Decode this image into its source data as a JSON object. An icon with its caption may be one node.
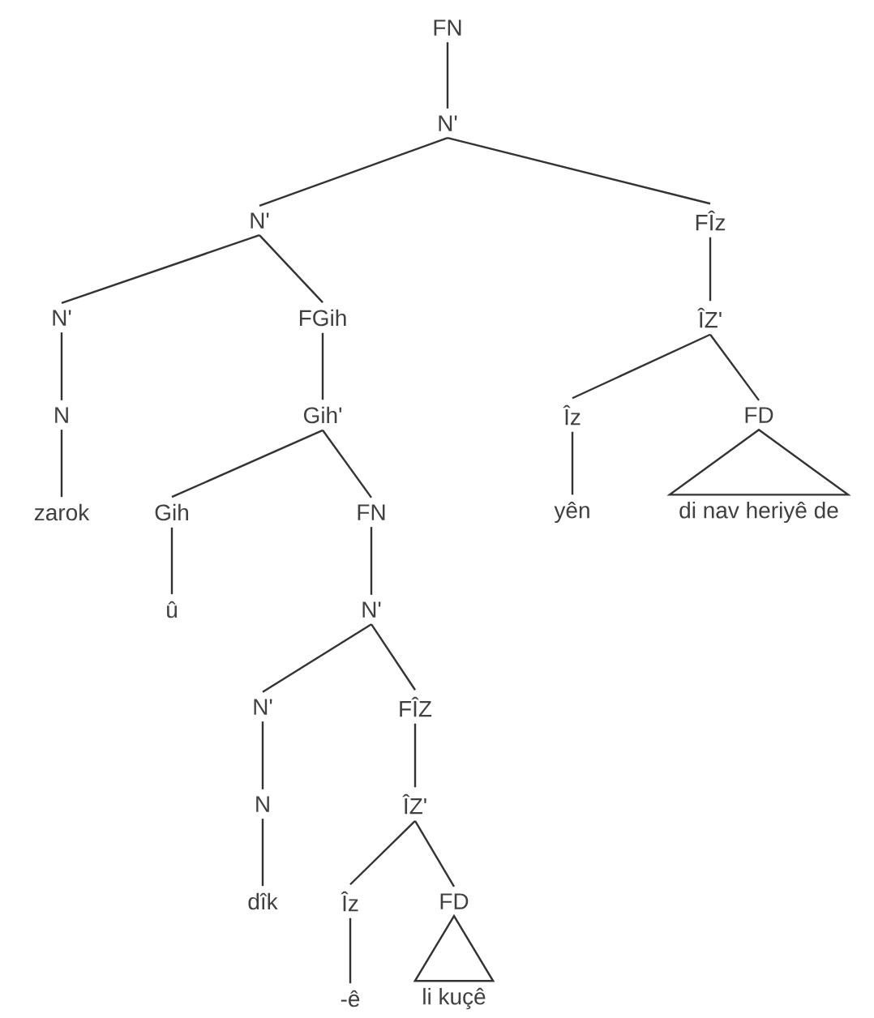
{
  "diagram": {
    "nodes": [
      {
        "text": [
          "FN"
        ]
      },
      {
        "text": [
          "N'"
        ]
      },
      {
        "text": [
          "N'"
        ]
      },
      {
        "text": [
          "FÎz"
        ]
      },
      {
        "text": [
          "N'"
        ]
      },
      {
        "text": [
          "FGih"
        ]
      },
      {
        "text": [
          "ÎZ'"
        ]
      },
      {
        "text": [
          "N"
        ]
      },
      {
        "text": [
          "Gih'"
        ]
      },
      {
        "text": [
          "Îz"
        ]
      },
      {
        "text": [
          "FD"
        ]
      },
      {
        "text": [
          "zarok"
        ]
      },
      {
        "text": [
          "Gih"
        ]
      },
      {
        "text": [
          "FN"
        ]
      },
      {
        "text": [
          "yên"
        ]
      },
      {
        "text": [
          "di nav heriyê de"
        ]
      },
      {
        "text": [
          "û"
        ]
      },
      {
        "text": [
          "N'"
        ]
      },
      {
        "text": [
          "N'"
        ]
      },
      {
        "text": [
          "FÎZ"
        ]
      },
      {
        "text": [
          "N"
        ]
      },
      {
        "text": [
          "ÎZ'"
        ]
      },
      {
        "text": [
          "dîk"
        ]
      },
      {
        "text": [
          "Îz"
        ]
      },
      {
        "text": [
          "FD"
        ]
      },
      {
        "text": [
          "-ê"
        ]
      },
      {
        "text": [
          "li kuçê"
        ]
      }
    ],
    "edges": [
      {
        "from": 0,
        "to": 1,
        "arrow": "none"
      },
      {
        "from": 1,
        "to": 2,
        "arrow": "none"
      },
      {
        "from": 1,
        "to": 3,
        "arrow": "none"
      },
      {
        "from": 2,
        "to": 4,
        "arrow": "none"
      },
      {
        "from": 2,
        "to": 5,
        "arrow": "none"
      },
      {
        "from": 3,
        "to": 6,
        "arrow": "none"
      },
      {
        "from": 4,
        "to": 7,
        "arrow": "none"
      },
      {
        "from": 5,
        "to": 8,
        "arrow": "none"
      },
      {
        "from": 6,
        "to": 9,
        "arrow": "none"
      },
      {
        "from": 6,
        "to": 10,
        "arrow": "none"
      },
      {
        "from": 7,
        "to": 11,
        "arrow": "none"
      },
      {
        "from": 8,
        "to": 12,
        "arrow": "none"
      },
      {
        "from": 8,
        "to": 13,
        "arrow": "none"
      },
      {
        "from": 9,
        "to": 14,
        "arrow": "none"
      },
      {
        "from": 10,
        "to": 15,
        "arrow": "none"
      },
      {
        "from": 12,
        "to": 16,
        "arrow": "none"
      },
      {
        "from": 13,
        "to": 17,
        "arrow": "none"
      },
      {
        "from": 17,
        "to": 18,
        "arrow": "none"
      },
      {
        "from": 17,
        "to": 19,
        "arrow": "none"
      },
      {
        "from": 18,
        "to": 20,
        "arrow": "none"
      },
      {
        "from": 19,
        "to": 21,
        "arrow": "none"
      },
      {
        "from": 20,
        "to": 22,
        "arrow": "none"
      },
      {
        "from": 21,
        "to": 23,
        "arrow": "none"
      },
      {
        "from": 21,
        "to": 24,
        "arrow": "none"
      },
      {
        "from": 23,
        "to": 25,
        "arrow": "none"
      },
      {
        "from": 24,
        "to": 26,
        "arrow": "none"
      }
    ]
  }
}
